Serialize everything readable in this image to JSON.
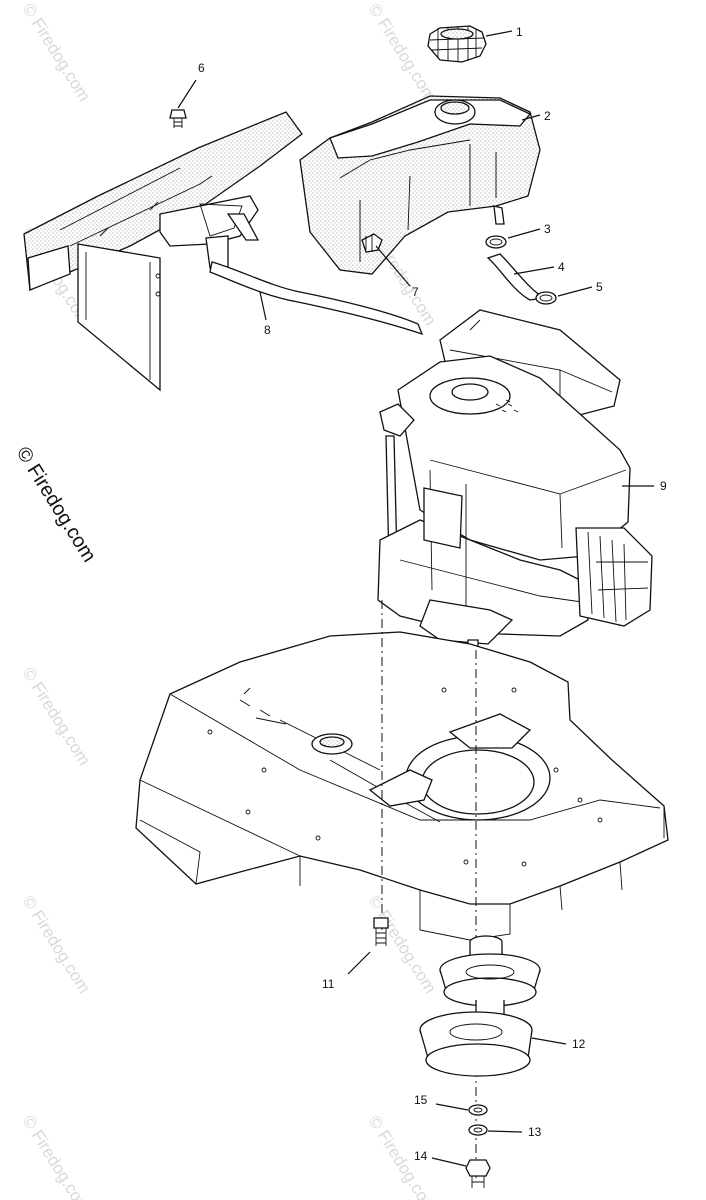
{
  "watermark": {
    "main_text": "© Firedog.com",
    "tile_text": "© Firedog.com"
  },
  "callouts": [
    {
      "id": "1",
      "label": "1"
    },
    {
      "id": "2",
      "label": "2"
    },
    {
      "id": "3",
      "label": "3"
    },
    {
      "id": "4",
      "label": "4"
    },
    {
      "id": "5",
      "label": "5"
    },
    {
      "id": "6",
      "label": "6"
    },
    {
      "id": "7",
      "label": "7"
    },
    {
      "id": "8",
      "label": "8"
    },
    {
      "id": "9",
      "label": "9"
    },
    {
      "id": "11",
      "label": "11"
    },
    {
      "id": "12",
      "label": "12"
    },
    {
      "id": "13",
      "label": "13"
    },
    {
      "id": "14",
      "label": "14"
    },
    {
      "id": "15",
      "label": "15"
    }
  ],
  "colors": {
    "ink": "#111111",
    "watermark": "#d9d9d9",
    "paper": "#ffffff"
  }
}
